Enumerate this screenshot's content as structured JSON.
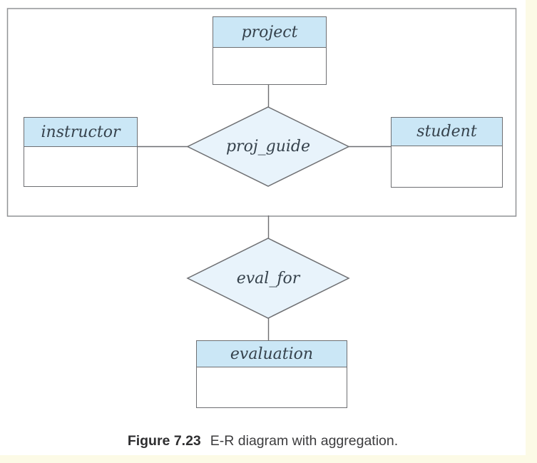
{
  "figure": {
    "caption_label": "Figure 7.23",
    "caption_text": "E-R diagram with aggregation."
  },
  "diagram": {
    "entities": [
      {
        "id": "project",
        "label": "project"
      },
      {
        "id": "instructor",
        "label": "instructor"
      },
      {
        "id": "student",
        "label": "student"
      },
      {
        "id": "evaluation",
        "label": "evaluation"
      }
    ],
    "relationships": [
      {
        "id": "proj_guide",
        "label": "proj_guide"
      },
      {
        "id": "eval_for",
        "label": "eval_for"
      }
    ],
    "colors": {
      "entity_header_fill": "#cbe7f6",
      "relationship_fill": "#e8f3fb",
      "border": "#6e6f72",
      "outer_border": "#919396",
      "label_text": "#36424c",
      "caption_text": "#3c3c3e",
      "page_strip": "#fcfae6"
    }
  }
}
